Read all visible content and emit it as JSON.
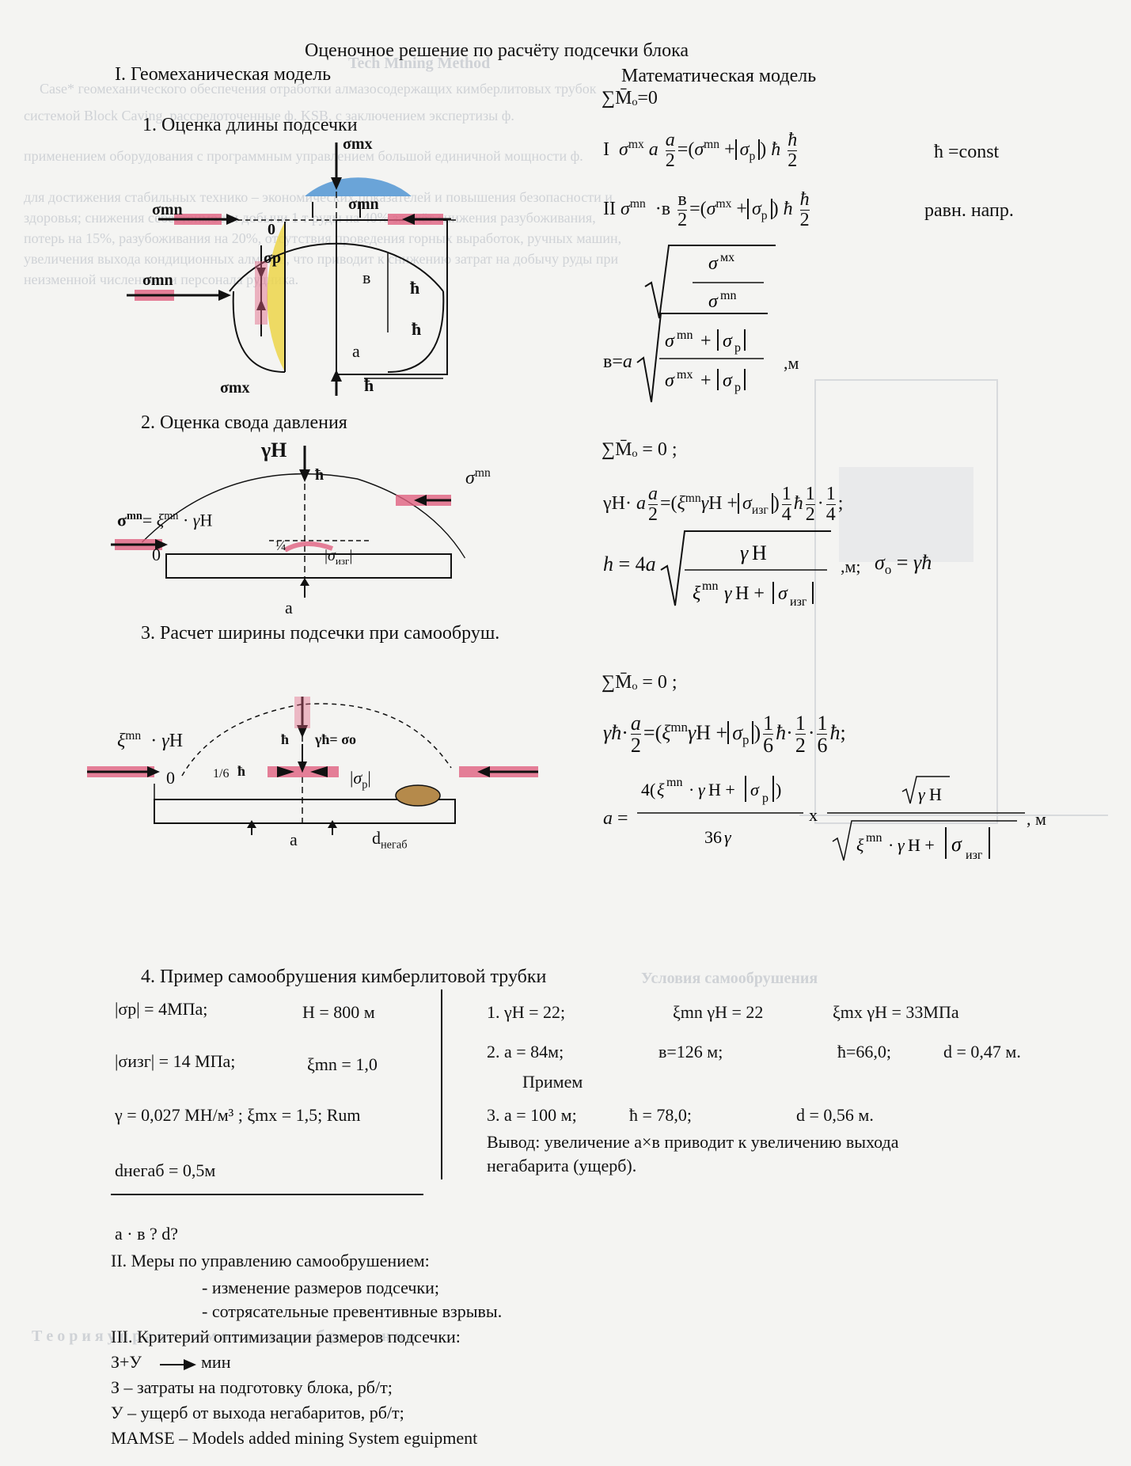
{
  "title": "Оценочное решение по расчёту подсечки блока",
  "section1": {
    "title": "I. Геомеханическая модель",
    "math_model_title": "Математическая модель",
    "item1": "1. Оценка длины подсечки",
    "item2": "2. Оценка свода давления",
    "item3": "3. Расчет ширины подсечки при самообруш.",
    "item4": "4. Пример самообрушения кимберлитовой трубки"
  },
  "equations": {
    "eq1_sum": "∑M̄ₒ=0",
    "eq1_I_label": "I",
    "eq1_I_right": "ħ =const",
    "eq1_II_label": "II",
    "eq1_II_right": "равн. напр.",
    "eq1_b_unit": ",м",
    "eq2_sum": "∑M̄ₒ = 0 ;",
    "eq2_h_unit": ",м;",
    "eq3_sum": "∑M̄ₒ = 0 ;",
    "eq3_a_unit": ", м"
  },
  "example": {
    "left": [
      "|σр| = 4МПа;",
      "Н = 800 м",
      "|σизг| = 14 МПа;",
      "ξmn = 1,0",
      "γ = 0,027 МН/м³ ; ξmx = 1,5; Rum",
      "dнегаб = 0,5м"
    ],
    "right": [
      "1. γН = 22;",
      "ξmn γН = 22",
      "ξmx γН = 33МПа",
      "2. a = 84м;",
      "в=126 м;",
      "ħ=66,0;",
      "d = 0,47 м.",
      "Примем",
      "3. a = 100 м;",
      "ħ = 78,0;",
      "d = 0,56 м.",
      "Вывод: увеличение a×в приводит к увеличению выхода",
      "негабарита (ущерб)."
    ]
  },
  "question": "a · в ? d?",
  "section2": {
    "title": "II. Меры по управлению самообрушением:",
    "items": [
      "- изменение размеров подсечки;",
      "- сотрясательные превентивные взрывы."
    ]
  },
  "section3": {
    "title": "III. Критерий оптимизации размеров подсечки:",
    "formula_left": "З+У",
    "formula_right": "мин",
    "lines": [
      "З – затраты на подготовку блока, рб/т;",
      "У – ущерб от выхода негабаритов, рб/т;",
      "MAMSE – Models added mining System eguipment"
    ]
  },
  "diagram_labels": {
    "sigma_mx": "σmx",
    "sigma_mn": "σmn",
    "sigma_p": "σр",
    "h": "ħ",
    "b": "в",
    "a": "a",
    "o": "0",
    "gamma_h": "γН",
    "sigma_izg": "σизг",
    "quarter": "¼",
    "sixth": "1/6",
    "gamma_h_sigma_o": "γħ= σо",
    "d_negab": "dнегаб"
  },
  "bleed_through": [
    "Case* геомеханического обеспечения отработки алмазосодержащих кимберлитовых трубок",
    "системой Block Caving, рассредоточенные ф. KSB, с заключением экспертизы ф.",
    "применением оборудования с программным управлением большой единичной мощности ф.",
    "для достижения стабильных технико – экономических показателей и повышения безопасности и",
    "здоровья; снижения себестоимости добычи 1 т руды на 40% за счёт снижения разубоживания,",
    "потерь на 15%, разубоживания на 20%, отсутствия проведения горных выработок, ручных машин,",
    "увеличения выхода кондиционных алмазов, что приводит к снижению затрат на добычу руды при",
    "неизменной численности персонала рудника.",
    "Tech Mining Method",
    "Условия самообрушения",
    "Т е о р и я   у п р а в л я е м о г о   с а м о о б р у ш е н и я"
  ]
}
